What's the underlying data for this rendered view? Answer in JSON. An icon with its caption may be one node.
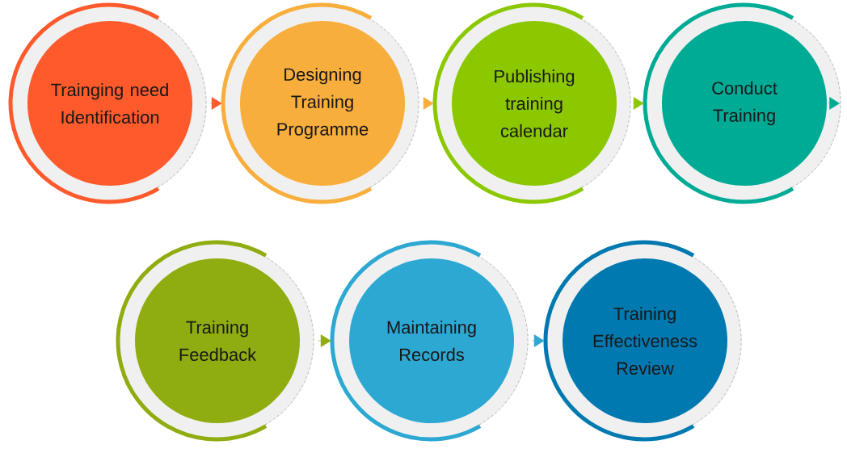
{
  "diagram": {
    "nodes": [
      {
        "text": [
          "Trainging need Identification"
        ]
      },
      {
        "text": [
          "Designing Training Programme"
        ]
      },
      {
        "text": [
          "Publishing training calendar"
        ]
      },
      {
        "text": [
          "Conduct Training"
        ]
      },
      {
        "text": [
          "Training Feedback"
        ]
      },
      {
        "text": [
          "Maintaining Records"
        ]
      },
      {
        "text": [
          "Training Effectiveness Review"
        ]
      }
    ],
    "edges": [
      {
        "from": 0,
        "to": 1,
        "arrow": "to",
        "color": "#ff5a2c"
      },
      {
        "from": 1,
        "to": 2,
        "arrow": "to",
        "color": "#f8ae3c"
      },
      {
        "from": 2,
        "to": 3,
        "arrow": "to",
        "color": "#8cc800"
      },
      {
        "from": 3,
        "to": null,
        "arrow": "to",
        "color": "#00ab96"
      },
      {
        "from": 4,
        "to": 5,
        "arrow": "to",
        "color": "#8fad10"
      },
      {
        "from": 5,
        "to": 6,
        "arrow": "to",
        "color": "#2ca8d3"
      }
    ]
  }
}
